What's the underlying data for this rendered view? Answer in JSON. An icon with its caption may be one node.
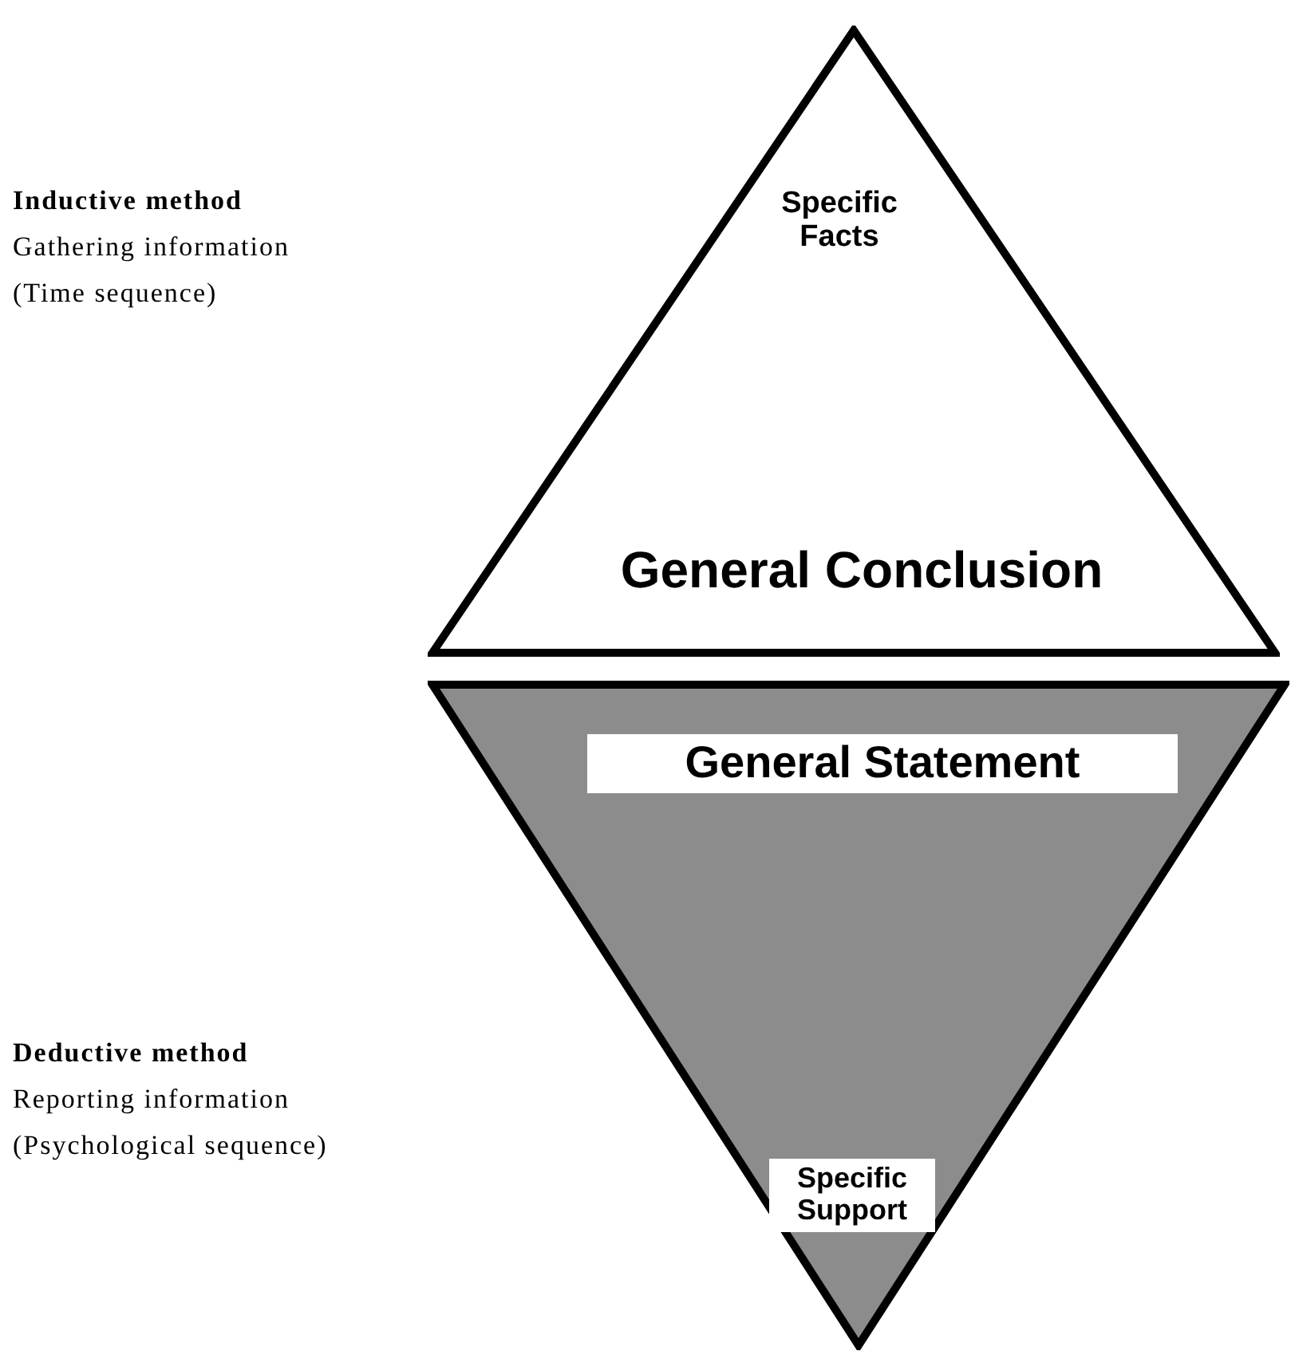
{
  "diagram": {
    "nodes": [
      {
        "text": [
          "Specific Facts",
          "General Conclusion"
        ],
        "beside": [
          "Inductive method",
          "Gathering information",
          "(Time sequence)"
        ]
      },
      {
        "text": [
          "General Statement",
          "Specific Support"
        ],
        "beside": [
          "Deductive method",
          "Reporting information",
          "(Psychological sequence)"
        ]
      }
    ]
  }
}
